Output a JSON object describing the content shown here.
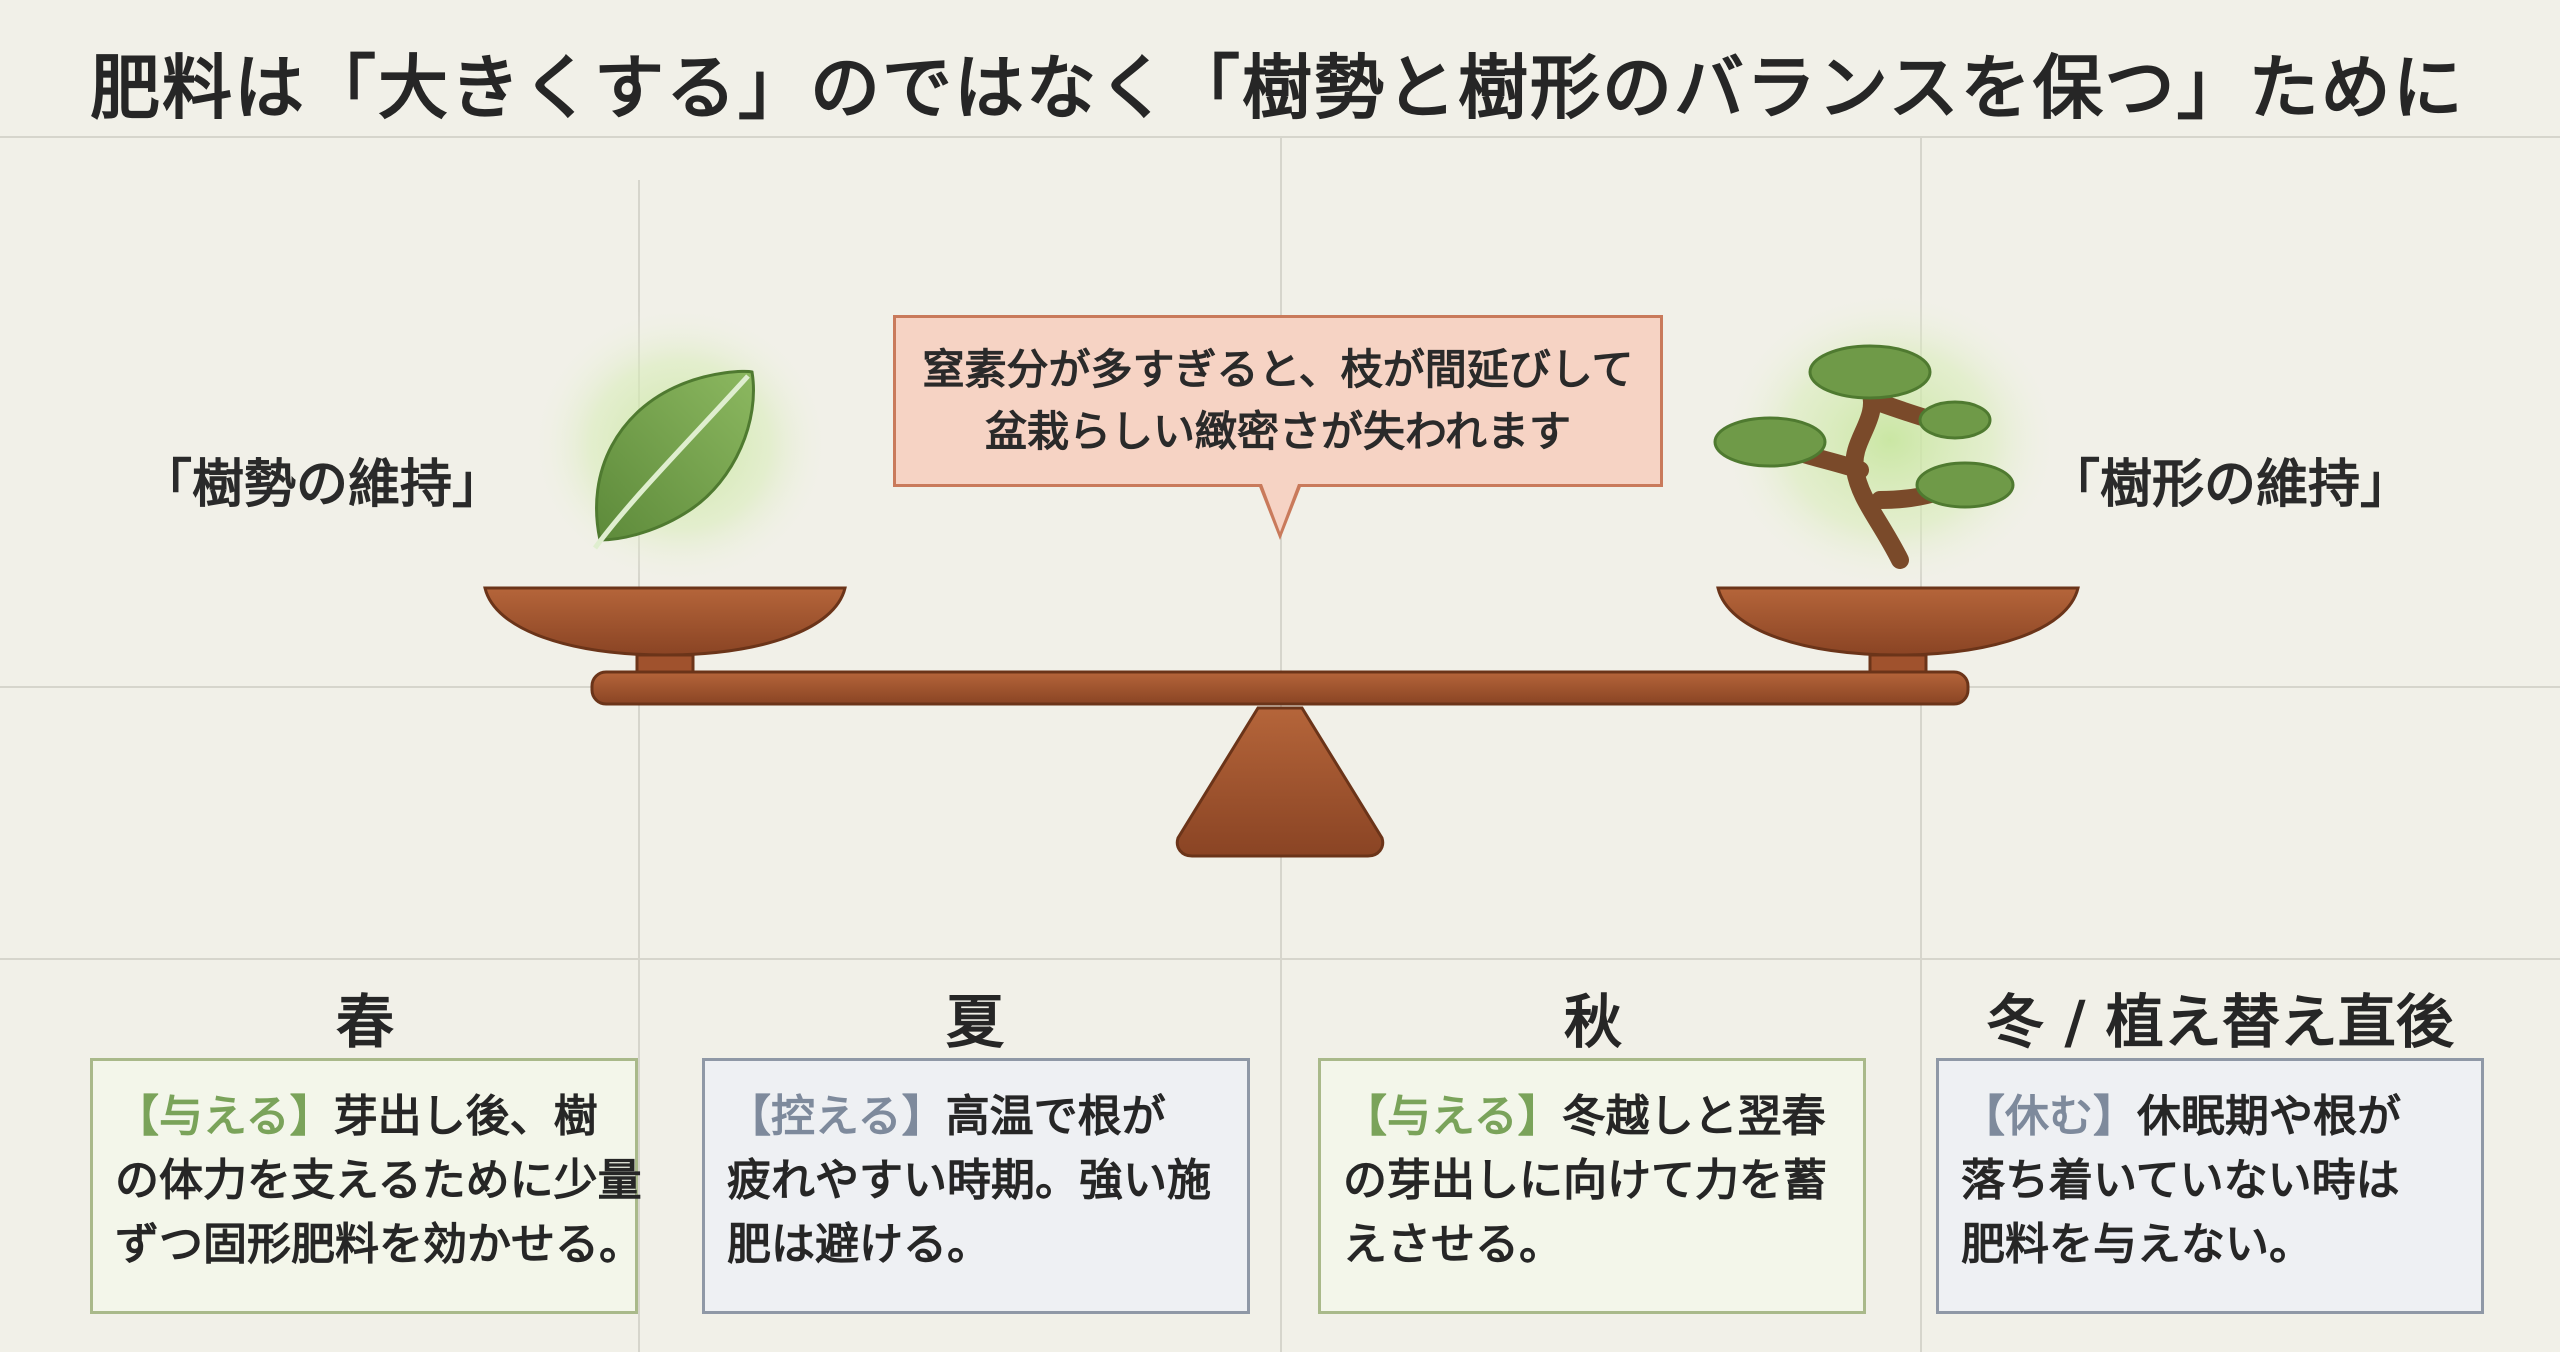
{
  "title": "肥料は「大きくする」のではなく「樹勢と樹形のバランスを保つ」ために",
  "left_label": "「樹勢の維持」",
  "right_label": "「樹形の維持」",
  "callout": {
    "line1": "窒素分が多すぎると、枝が間延びして",
    "line2": "盆栽らしい緻密さが失われます"
  },
  "left_icon": "leaf-icon",
  "right_icon": "bonsai-tree-icon",
  "seasons": [
    {
      "name": "春",
      "tag": "【与える】",
      "line1_rest": "芽出し後、樹",
      "line2": "の体力を支えるために少量",
      "line3": "ずつ固形肥料を効かせる。",
      "style": "green"
    },
    {
      "name": "夏",
      "tag": "【控える】",
      "line1_rest": "高温で根が",
      "line2": "疲れやすい時期。強い施",
      "line3": "肥は避ける。",
      "style": "blue"
    },
    {
      "name": "秋",
      "tag": "【与える】",
      "line1_rest": "冬越しと翌春",
      "line2": "の芽出しに向けて力を蓄",
      "line3": "えさせる。",
      "style": "green"
    },
    {
      "name": "冬 / 植え替え直後",
      "tag": "【休む】",
      "line1_rest": "休眠期や根が",
      "line2": "落ち着いていない時は",
      "line3": "肥料を与えない。",
      "style": "blue"
    }
  ],
  "colors": {
    "background": "#f1f0e8",
    "wood": "#a0522d",
    "callout_fill": "#f6d3c4",
    "callout_border": "#c97a5b",
    "green_tag": "#7aa35a",
    "blue_tag": "#7e8a9c"
  }
}
